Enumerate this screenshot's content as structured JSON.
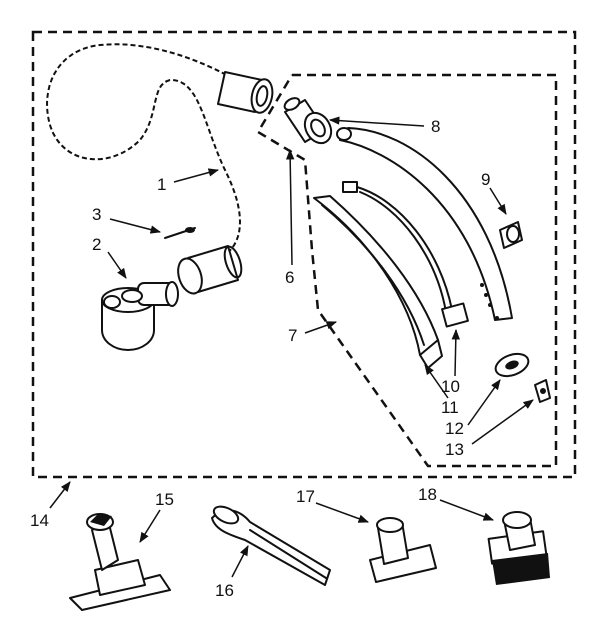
{
  "callouts": {
    "c1": "1",
    "c2": "2",
    "c3": "3",
    "c6": "6",
    "c7": "7",
    "c8": "8",
    "c9": "9",
    "c10": "10",
    "c11": "11",
    "c12": "12",
    "c13": "13",
    "c14": "14",
    "c15": "15",
    "c16": "16",
    "c17": "17",
    "c18": "18"
  },
  "colors": {
    "ink": "#111111",
    "paper": "#ffffff"
  }
}
